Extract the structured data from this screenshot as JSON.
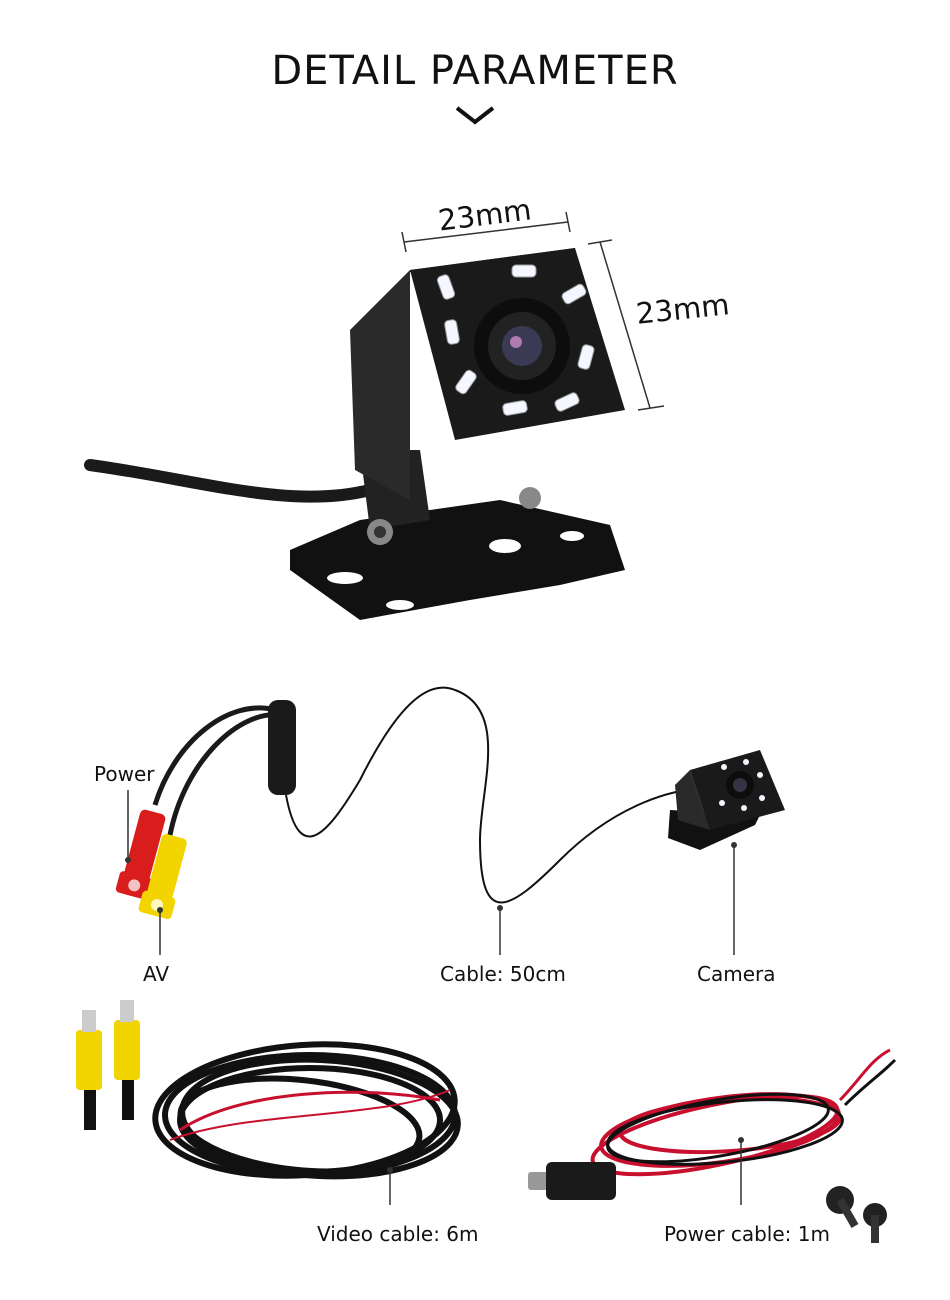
{
  "header": {
    "title": "DETAIL PARAMETER"
  },
  "camera_dimensions": {
    "width": "23mm",
    "height": "23mm"
  },
  "kit_labels": {
    "power": "Power",
    "av": "AV",
    "cable": "Cable: 50cm",
    "camera": "Camera"
  },
  "accessory_labels": {
    "video_cable": "Video cable: 6m",
    "power_cable": "Power cable: 1m"
  },
  "colors": {
    "connector_red": "#d91c1c",
    "connector_yellow": "#f2d400",
    "camera_body": "#1a1a1a",
    "led": "#f4f7ff",
    "cable_red": "#c8102e"
  }
}
